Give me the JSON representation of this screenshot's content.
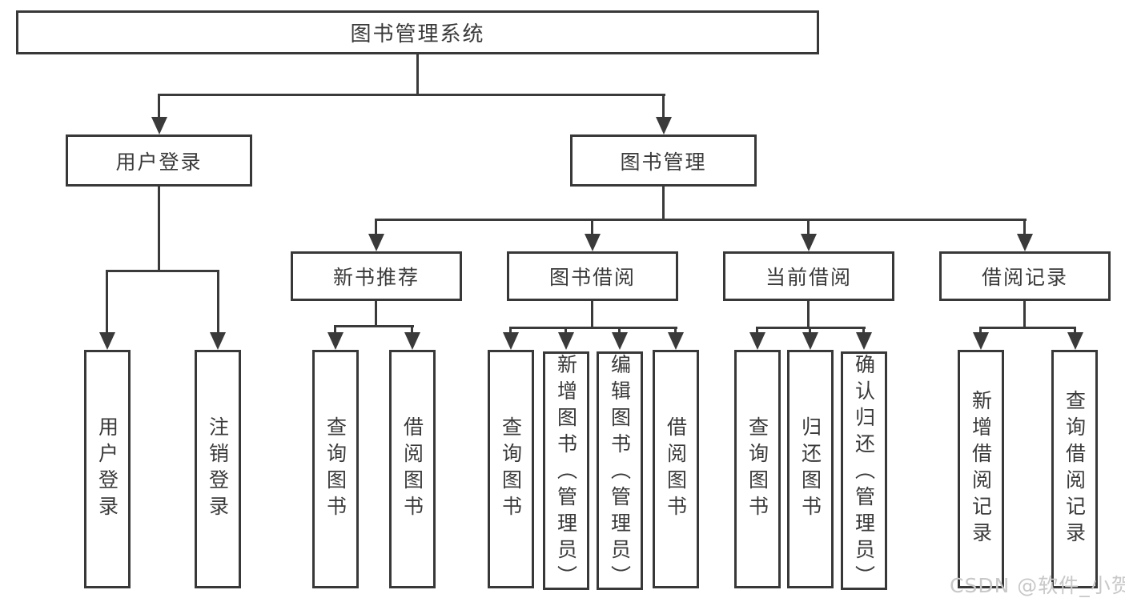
{
  "diagram_title": "图书管理系统",
  "tree": {
    "label": "图书管理系统",
    "children": [
      {
        "label": "用户登录",
        "children": [
          {
            "label": "用户登录"
          },
          {
            "label": "注销登录"
          }
        ]
      },
      {
        "label": "图书管理",
        "children": [
          {
            "label": "新书推荐",
            "children": [
              {
                "label": "查询图书"
              },
              {
                "label": "借阅图书"
              }
            ]
          },
          {
            "label": "图书借阅",
            "children": [
              {
                "label": "查询图书"
              },
              {
                "label": "新增图书（管理员）"
              },
              {
                "label": "编辑图书（管理员）"
              },
              {
                "label": "借阅图书"
              }
            ]
          },
          {
            "label": "当前借阅",
            "children": [
              {
                "label": "查询图书"
              },
              {
                "label": "归还图书"
              },
              {
                "label": "确认归还（管理员）"
              }
            ]
          },
          {
            "label": "借阅记录",
            "children": [
              {
                "label": "新增借阅记录"
              },
              {
                "label": "查询借阅记录"
              }
            ]
          }
        ]
      }
    ]
  },
  "watermark": "CSDN @软件_小贺同学",
  "colors": {
    "line": "#3a3a3a",
    "box_border": "#383838",
    "text": "#3a3a3a",
    "watermark": "#c8c8c8",
    "background": "#ffffff"
  }
}
